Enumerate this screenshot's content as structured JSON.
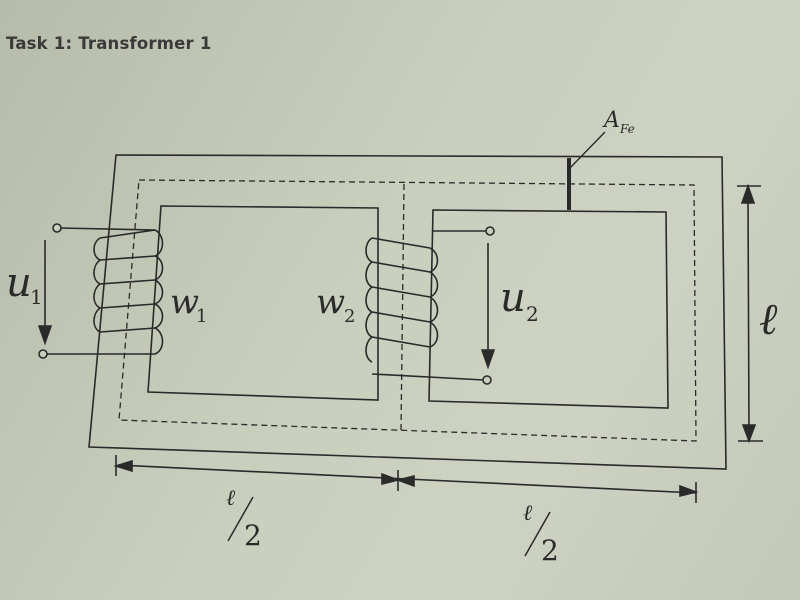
{
  "title": "Task 1: Transformer 1",
  "labels": {
    "u1": {
      "main": "u",
      "sub": "1"
    },
    "u2": {
      "main": "u",
      "sub": "2"
    },
    "w1": {
      "main": "w",
      "sub": "1"
    },
    "w2": {
      "main": "w",
      "sub": "2"
    },
    "afe": {
      "main": "A",
      "sub": "Fe"
    },
    "length": "ℓ",
    "half_left": {
      "num": "ℓ",
      "den": "2"
    },
    "half_right": {
      "num": "ℓ",
      "den": "2"
    }
  },
  "colors": {
    "ink": "#2a2a2a",
    "paper": "#c9cfbd"
  }
}
